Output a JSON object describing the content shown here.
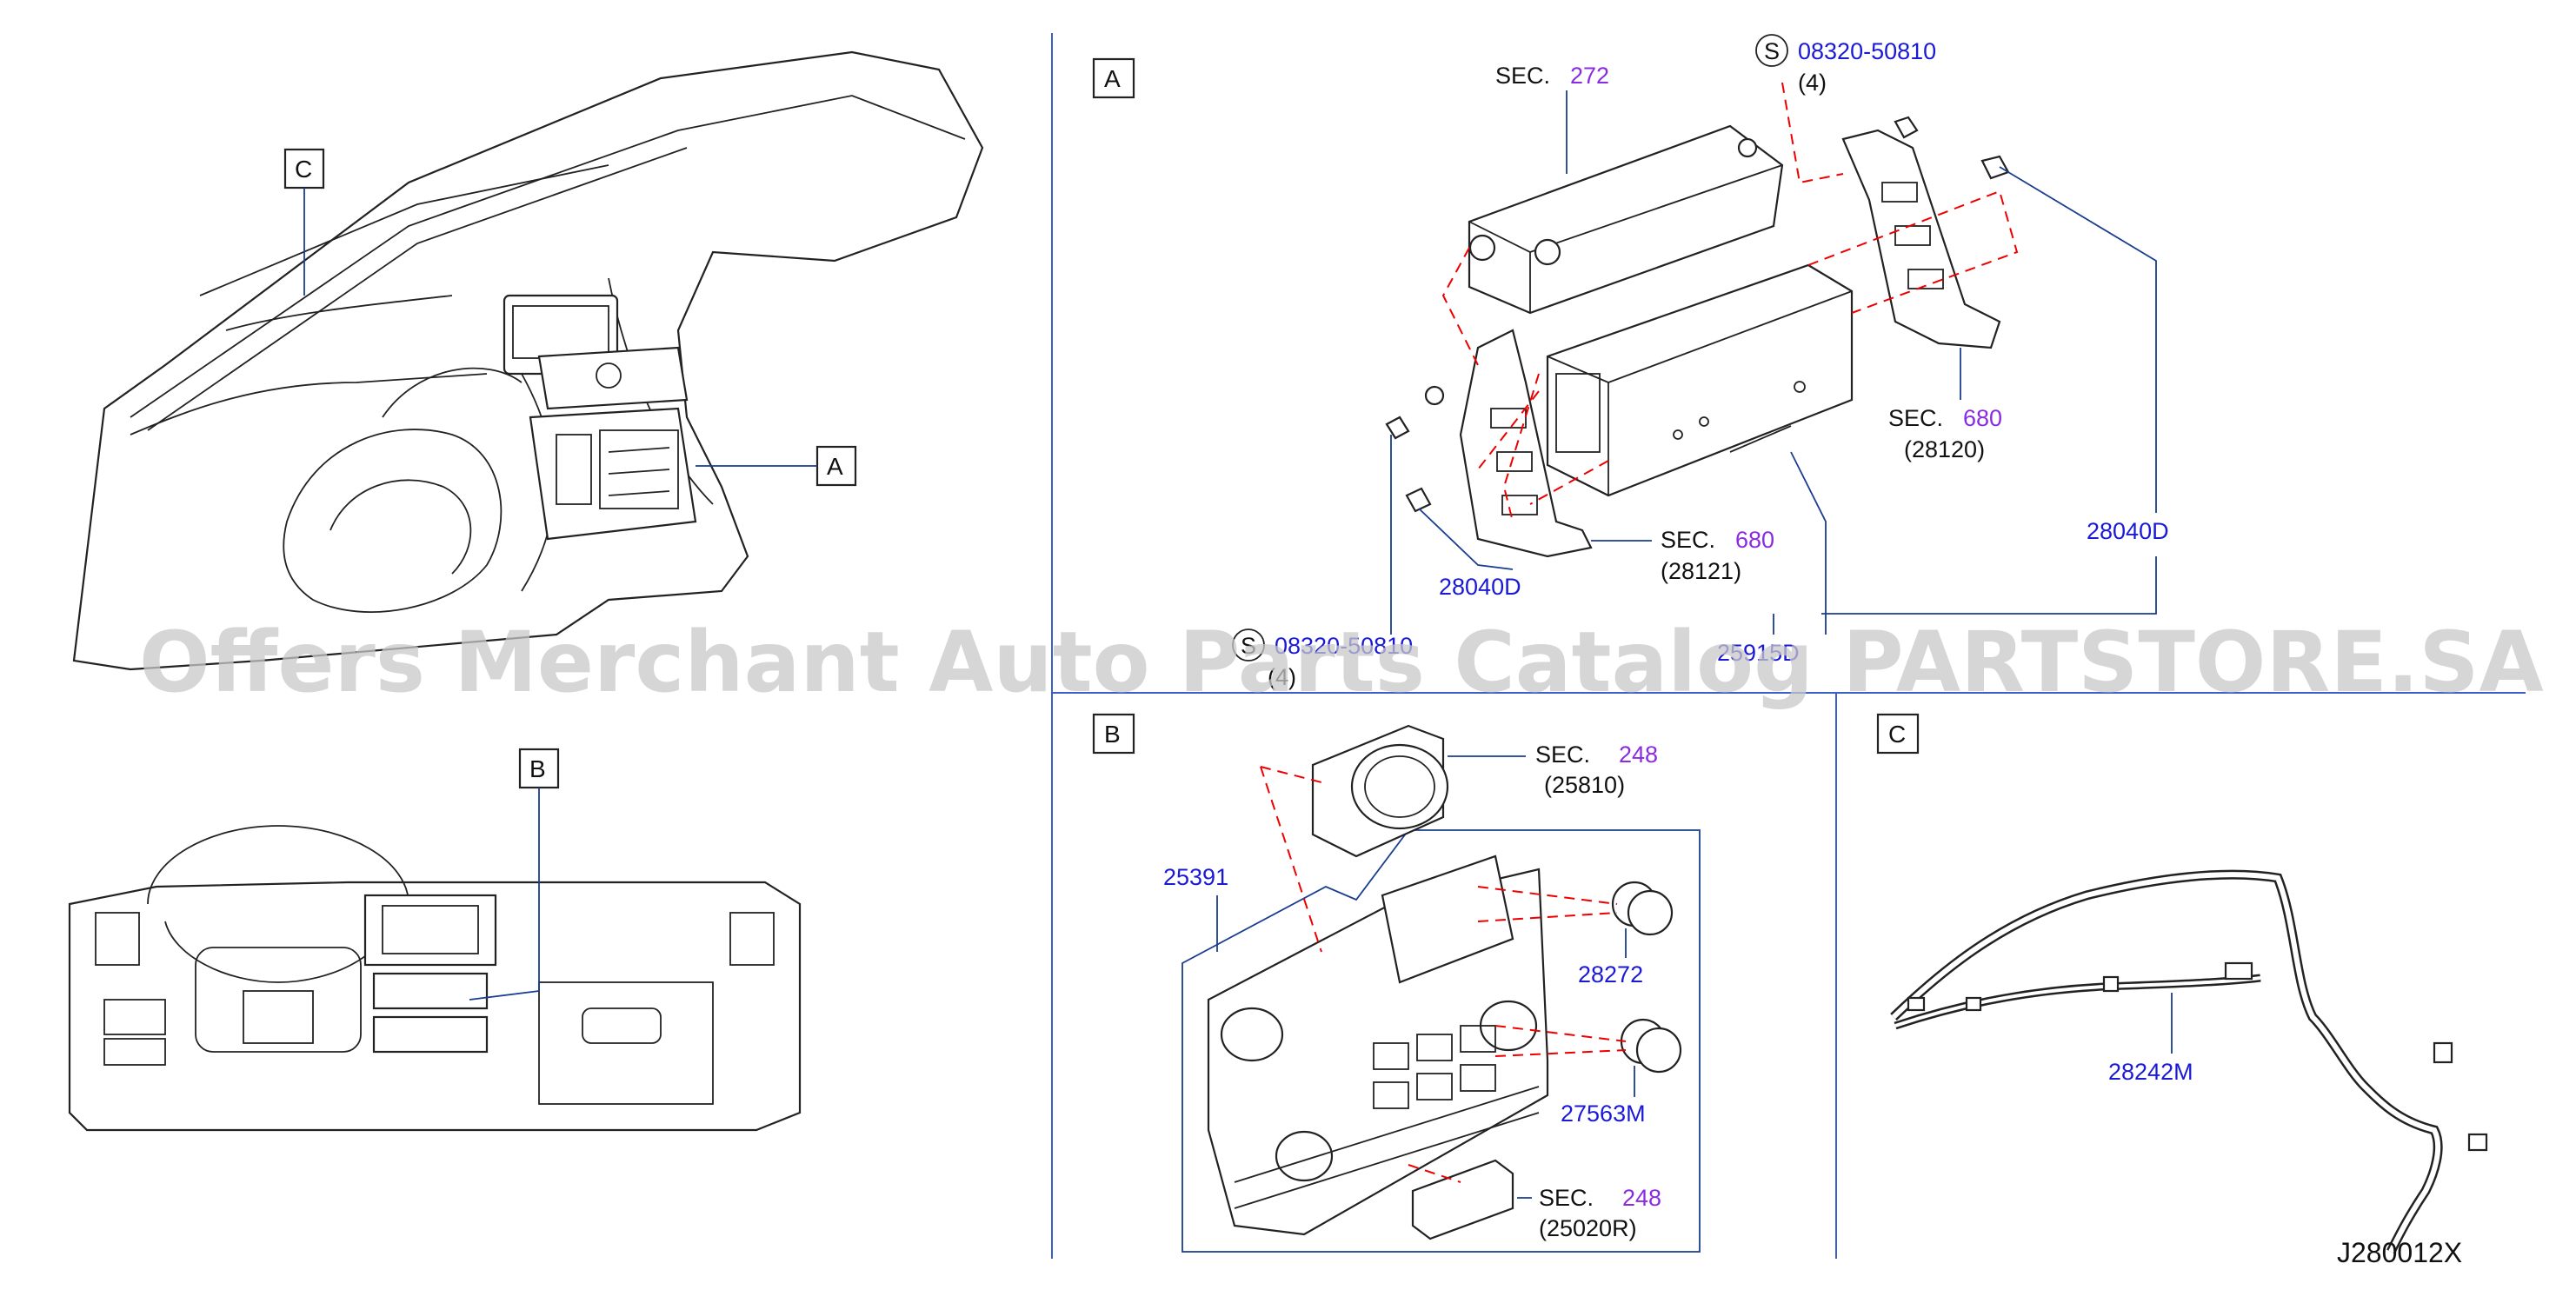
{
  "panels": {
    "overview_callouts": {
      "c": "C",
      "a": "A",
      "b": "B"
    },
    "panel_a": {
      "letter": "A",
      "sec272": {
        "prefix": "SEC.",
        "num": "272"
      },
      "screw_top": {
        "symbol": "S",
        "part": "08320-50810",
        "qty": "(4)"
      },
      "sec680_right": {
        "prefix": "SEC.",
        "num": "680",
        "sub": "(28120)"
      },
      "bolt_right": "28040D",
      "sec680_left": {
        "prefix": "SEC.",
        "num": "680",
        "sub": "(28121)"
      },
      "bolt_left": "28040D",
      "screw_bottom": {
        "symbol": "S",
        "part": "08320-50810",
        "qty": "(4)"
      },
      "unit": "25915D"
    },
    "panel_b": {
      "letter": "B",
      "sec248_top": {
        "prefix": "SEC.",
        "num": "248",
        "sub": "(25810)"
      },
      "assembly": "25391",
      "knob1": "28272",
      "knob2": "27563M",
      "sec248_bottom": {
        "prefix": "SEC.",
        "num": "248",
        "sub": "(25020R)"
      }
    },
    "panel_c": {
      "letter": "C",
      "harness": "28242M"
    }
  },
  "drawing_code": "J280012X",
  "watermark": "Offers Merchant Auto Parts Catalog PARTSTORE.SA",
  "colors": {
    "part_number": "#1a1ad6",
    "section_number": "#8a2be2",
    "leader": "#1a3d8f",
    "dash": "#e00000"
  }
}
